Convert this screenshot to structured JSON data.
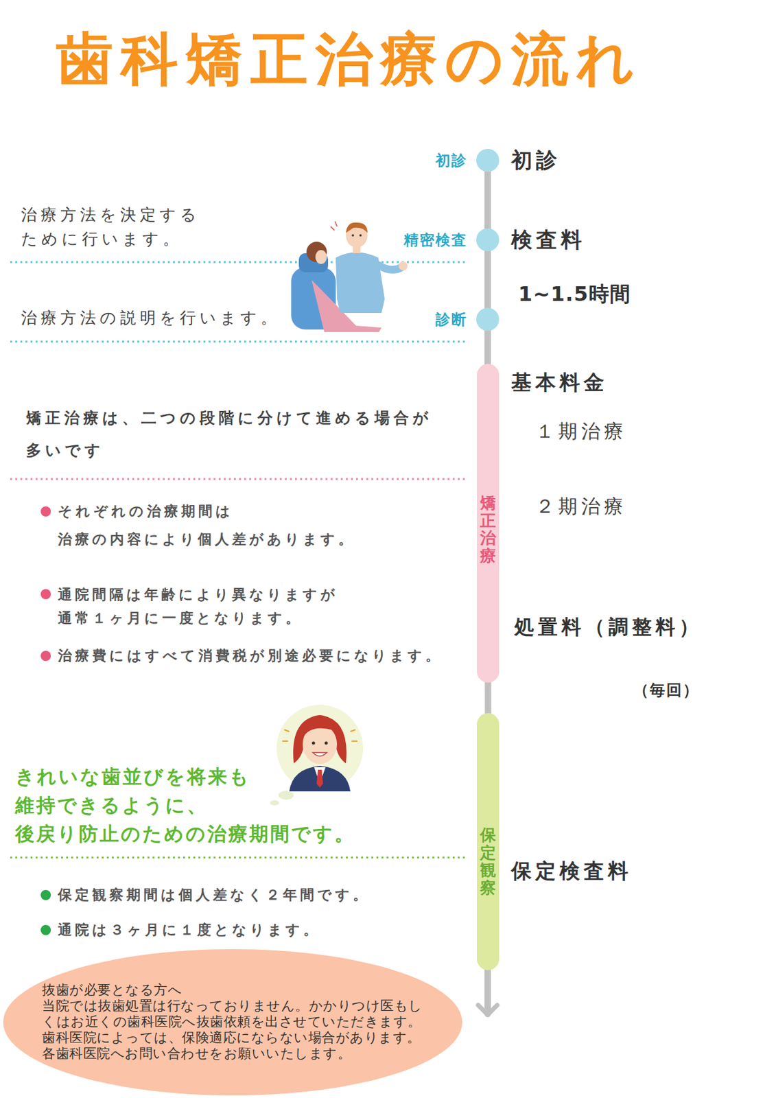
{
  "diagram": {
    "title": "歯科矯正治療の流れ",
    "nodes": [
      {
        "text": [
          "初診"
        ]
      },
      {
        "text": [
          "精密検査"
        ]
      },
      {
        "text": [
          "診断"
        ]
      },
      {
        "text": [
          "矯正治療"
        ]
      },
      {
        "text": [
          "保定観察"
        ]
      },
      {
        "text": [
          "抜歯が必要となる方へ",
          "当院では抜歯処置は行なっておりません。かかりつけ医もしくはお近くの歯科医院へ抜歯依頼を出させていただきます。歯科医院によっては、保険適応にならない場合があります。各歯科医院へお問い合わせをお願いいたします。"
        ]
      }
    ],
    "edges": [
      {
        "from": 0,
        "to": 1,
        "arrow": "none"
      },
      {
        "from": 1,
        "to": 2,
        "arrow": "none"
      },
      {
        "from": 2,
        "to": 3,
        "arrow": "none"
      },
      {
        "from": 3,
        "to": 4,
        "arrow": "none"
      }
    ],
    "labels": [
      "初診",
      "検査料",
      "1~1.5時間",
      "基本料金",
      "１期治療",
      "２期治療",
      "処置料（調整料）",
      "（毎回）",
      "保定検査料",
      "治療方法を決定する ために行います。",
      "治療方法の説明を行います。",
      "矯正治療は、二つの段階に分けて進める場合が 多いです",
      "それぞれの治療期間は 治療の内容により個人差があります。",
      "通院間隔は年齢により異なりますが 通常１ヶ月に一度となります。",
      "治療費にはすべて消費税が別途必要になります。",
      "きれいな歯並びを将来も 維持できるように、 後戻り防止のための治療期間です。",
      "保定観察期間は個人差なく２年間です。",
      "通院は３ヶ月に１度となります。"
    ]
  }
}
